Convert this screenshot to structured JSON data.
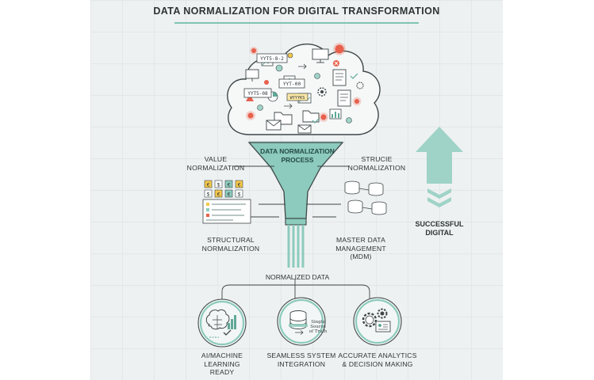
{
  "title": "DATA NORMALIZATION FOR DIGITAL TRANSFORMATION",
  "funnel_label": [
    "DATA NORMALIZATION",
    "PROCESS"
  ],
  "labels": {
    "value_normalization": [
      "VALUE",
      "NORMALIZATION"
    ],
    "strucie_normalization": [
      "STRUCIE",
      "NORMALIZATION"
    ],
    "structural_normalization": [
      "STRUCTURAL",
      "NORMALIZATION"
    ],
    "master_data_management": [
      "MASTER DATA",
      "MANAGEMENT",
      "(MDM)"
    ]
  },
  "successful_digital": [
    "SUCCESSFUL",
    "DIGITAL"
  ],
  "normalized_data": "NORMALIZED DATA",
  "outputs": [
    {
      "icon": "brain-chart-icon",
      "label": [
        "AI/MACHINE",
        "LEARNING",
        "READY"
      ]
    },
    {
      "icon": "database-truth-icon",
      "label": [
        "SEAMLESS SYSTEM",
        "INTEGRATION"
      ],
      "inner": [
        "Single Source",
        "of Truth"
      ]
    },
    {
      "icon": "gears-analytics-icon",
      "label": [
        "ACCURATE ANALYTICS",
        "& DECISION MAKING"
      ]
    }
  ],
  "cloud_tags": [
    "YYT5-8-2",
    "YYT-00",
    "YYT5-08",
    "WYYYKS"
  ],
  "currency_symbols": [
    "€",
    "$",
    "€",
    "€",
    "$",
    "€",
    "€",
    "$"
  ],
  "colors": {
    "accent": "#8ccbbd",
    "accent_dark": "#5fa898",
    "background": "#eef1f1",
    "text": "#2e3537",
    "alert": "#e8614d"
  }
}
